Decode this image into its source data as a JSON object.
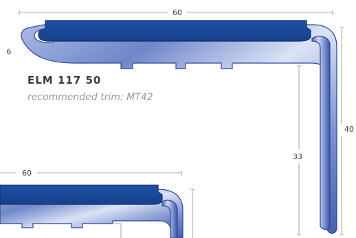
{
  "profile": {
    "code": "ELM 117 50",
    "recommended_trim": "recommended trim: MT42"
  },
  "dimensions": {
    "main_width": "60",
    "nose_height": "6",
    "inner_leg": "33",
    "outer_leg": "40",
    "second_width": "60"
  },
  "colors": {
    "insert_blue": "#1b4a9c",
    "metal_light": "#d3ddf2",
    "metal_mid": "#7e95cf",
    "metal_dark": "#3f58a6",
    "dimension_line": "#8c8c8c",
    "label_text": "#3a3a3a",
    "trim_text": "#9a9a9a"
  }
}
